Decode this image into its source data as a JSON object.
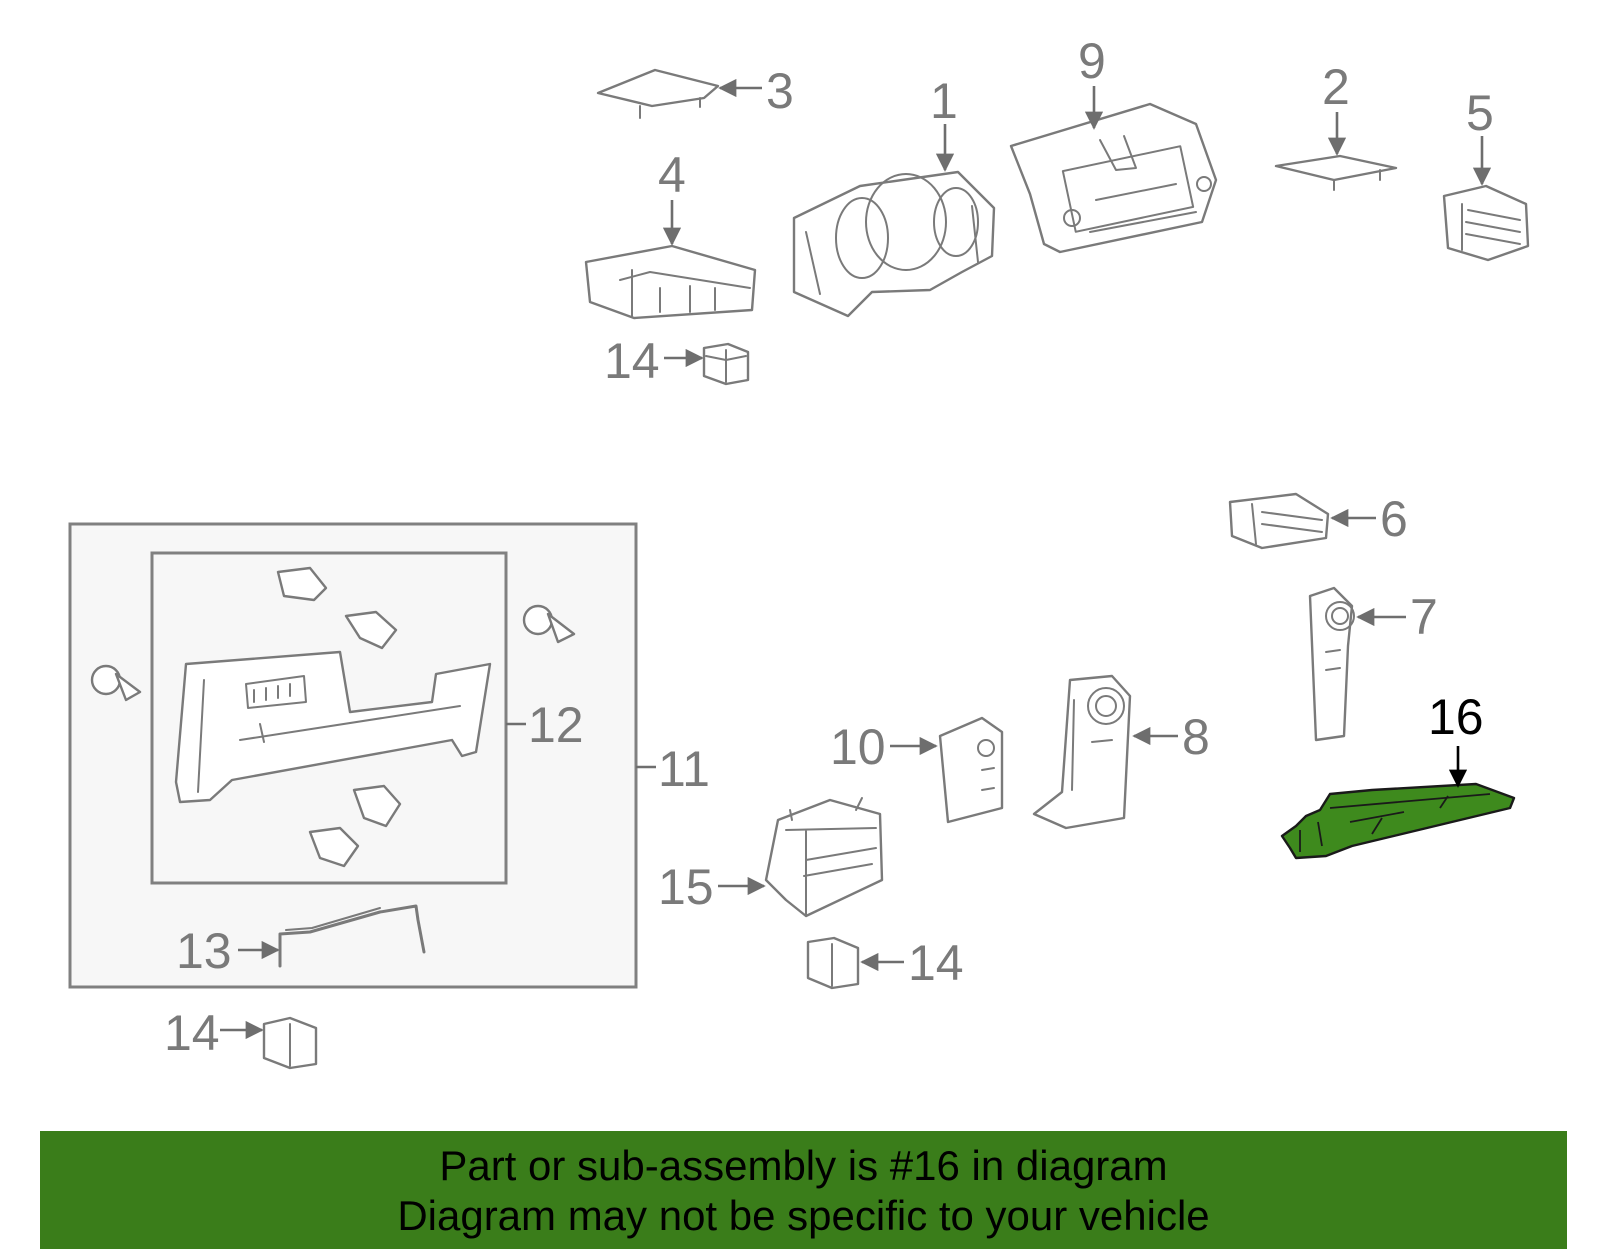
{
  "diagram": {
    "callouts": {
      "c1": "1",
      "c2": "2",
      "c3": "3",
      "c4": "4",
      "c5": "5",
      "c6": "6",
      "c7": "7",
      "c8": "8",
      "c9": "9",
      "c10": "10",
      "c11": "11",
      "c12": "12",
      "c13": "13",
      "c14a": "14",
      "c14b": "14",
      "c14c": "14",
      "c15": "15",
      "c16": "16"
    },
    "highlighted_part": "16"
  },
  "colors": {
    "highlight": "#3e8a1d",
    "banner": "#3a7d1a",
    "line_art": "#7a7a7a"
  },
  "banner": {
    "line1": "Part or sub-assembly is #16 in diagram",
    "line2": "Diagram may not be specific to your vehicle"
  }
}
